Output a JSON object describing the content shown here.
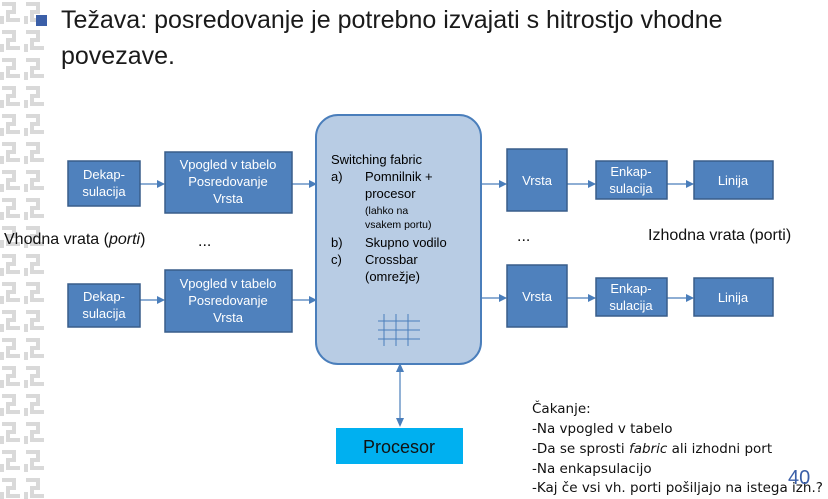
{
  "title": {
    "line1": "Težava: posredovanje je potrebno izvajati s hitrostjo vhodne",
    "line2": "povezave."
  },
  "boxes": {
    "dekap_top": [
      "Dekap-",
      "sulacija"
    ],
    "lookup_top": [
      "Vpogled v tabelo",
      "Posredovanje",
      "Vrsta"
    ],
    "dekap_bottom": [
      "Dekap-",
      "sulacija"
    ],
    "lookup_bottom": [
      "Vpogled v tabelo",
      "Posredovanje",
      "Vrsta"
    ],
    "vrsta_top": "Vrsta",
    "enkap_top": [
      "Enkap-",
      "sulacija"
    ],
    "linija_top": "Linija",
    "vrsta_bottom": "Vrsta",
    "enkap_bottom": [
      "Enkap-",
      "sulacija"
    ],
    "linija_bottom": "Linija",
    "procesor": "Procesor"
  },
  "fabric": {
    "title": "Switching fabric",
    "items": [
      {
        "marker": "a)",
        "lines": [
          "Pomnilnik +",
          "procesor"
        ],
        "note": [
          "(lahko na",
          "vsakem portu)"
        ]
      },
      {
        "marker": "b)",
        "lines": [
          "Skupno vodilo"
        ]
      },
      {
        "marker": "c)",
        "lines": [
          "Crossbar",
          "(omrežje)"
        ]
      }
    ]
  },
  "labels": {
    "input_prefix": "Vhodna vrata (",
    "input_italic": "porti",
    "input_suffix": ")",
    "ellipsis_left": "...",
    "ellipsis_right": "...",
    "output": "Izhodna vrata (porti)"
  },
  "waiting": {
    "heading": "Čakanje:",
    "item1": "-Na vpogled v tabelo",
    "item2_prefix": "-Da se sprosti ",
    "item2_italic": "fabric",
    "item2_suffix": " ali izhodni port",
    "item3": "-Na enkapsulacijo",
    "item4": "-Kaj če vsi vh. porti pošiljajo na istega izh.?"
  },
  "page_number": "40",
  "colors": {
    "box_fill": "#4f81bd",
    "box_border": "#385d8a",
    "fabric_fill": "#b8cce4",
    "procesor_fill": "#00b0f0",
    "bullet": "#3b5fa8",
    "pattern": "#d9d9d9"
  }
}
